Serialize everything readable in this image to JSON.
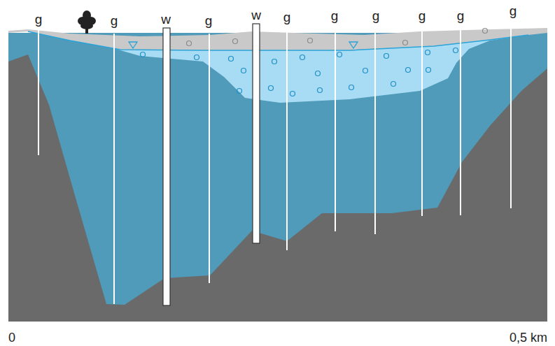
{
  "diagram": {
    "labels": [
      "g",
      "g",
      "w",
      "g",
      "w",
      "g",
      "g",
      "g",
      "g",
      "g",
      "g",
      "0",
      "0,5 km"
    ]
  }
}
